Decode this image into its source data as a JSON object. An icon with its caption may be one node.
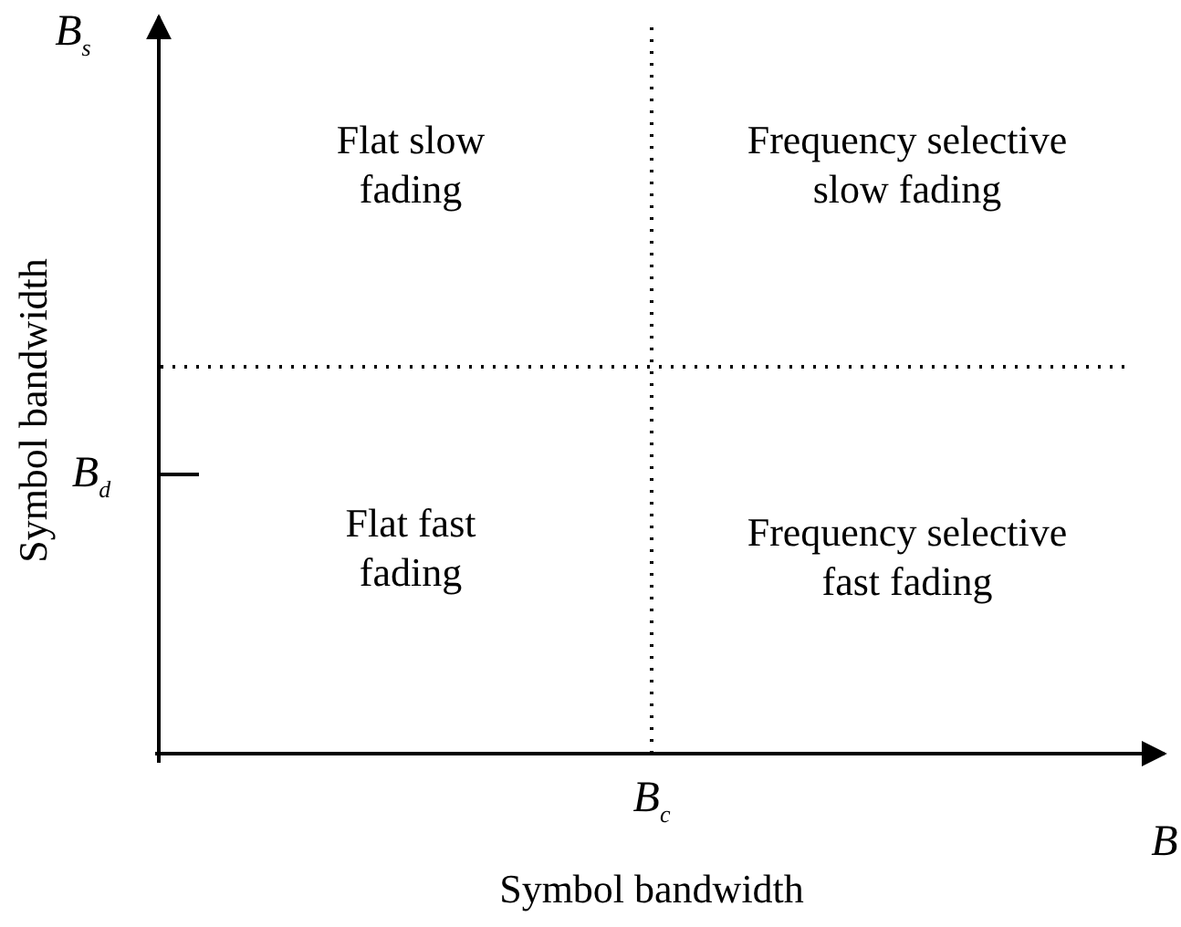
{
  "diagram": {
    "labels": [
      "B$_{s}$",
      "Symbol bandwidth",
      "Flat slow fading",
      "Frequency selective slow fading",
      "B$_{d}$",
      "Flat fast fading",
      "Frequency selective fast fading",
      "B$_{c}$",
      "B",
      "Symbol bandwidth"
    ]
  }
}
